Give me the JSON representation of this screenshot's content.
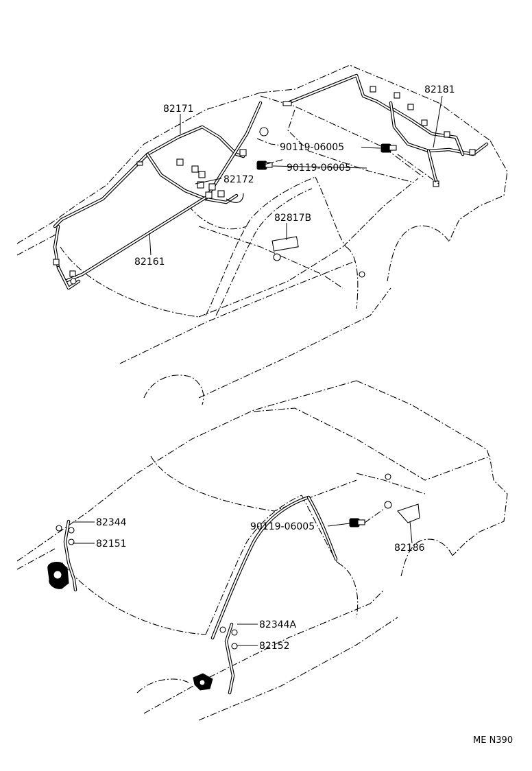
{
  "labels": {
    "l82171": "82171",
    "l82181": "82181",
    "l90119a": "90119-06005",
    "l90119b": "90119-06005",
    "l82172": "82172",
    "l82817b": "82817B",
    "l82161": "82161",
    "l82344": "82344",
    "l82151": "82151",
    "l90119c": "90119-06005",
    "l82186": "82186",
    "l82344a": "82344A",
    "l82152": "82152"
  },
  "footer": "ME  N390"
}
